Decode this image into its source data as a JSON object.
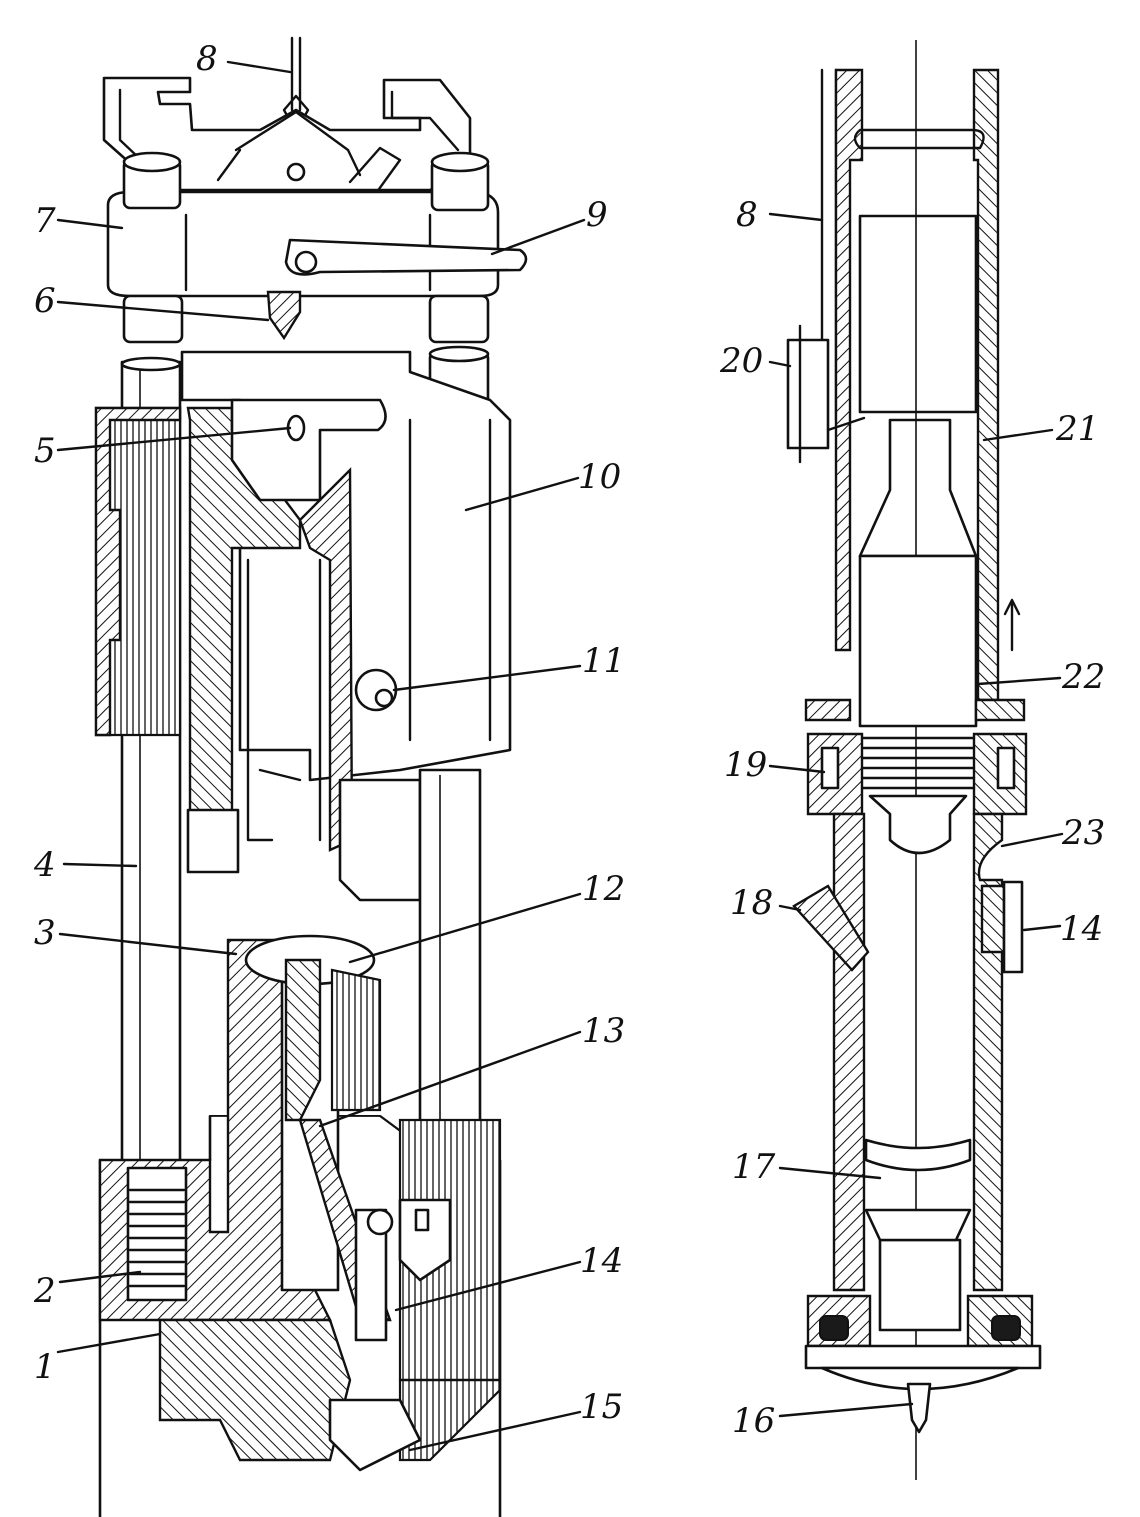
{
  "diagram": {
    "left_labels": [
      {
        "id": "1",
        "text": "1"
      },
      {
        "id": "2",
        "text": "2"
      },
      {
        "id": "3",
        "text": "3"
      },
      {
        "id": "4",
        "text": "4"
      },
      {
        "id": "5",
        "text": "5"
      },
      {
        "id": "6",
        "text": "6"
      },
      {
        "id": "7",
        "text": "7"
      },
      {
        "id": "8",
        "text": "8"
      },
      {
        "id": "9",
        "text": "9"
      },
      {
        "id": "10",
        "text": "10"
      },
      {
        "id": "11",
        "text": "11"
      },
      {
        "id": "12",
        "text": "12"
      },
      {
        "id": "13",
        "text": "13"
      },
      {
        "id": "14",
        "text": "14"
      },
      {
        "id": "15",
        "text": "15"
      }
    ],
    "right_labels": [
      {
        "id": "8",
        "text": "8"
      },
      {
        "id": "14",
        "text": "14"
      },
      {
        "id": "16",
        "text": "16"
      },
      {
        "id": "17",
        "text": "17"
      },
      {
        "id": "18",
        "text": "18"
      },
      {
        "id": "19",
        "text": "19"
      },
      {
        "id": "20",
        "text": "20"
      },
      {
        "id": "21",
        "text": "21"
      },
      {
        "id": "22",
        "text": "22"
      },
      {
        "id": "23",
        "text": "23"
      }
    ]
  }
}
